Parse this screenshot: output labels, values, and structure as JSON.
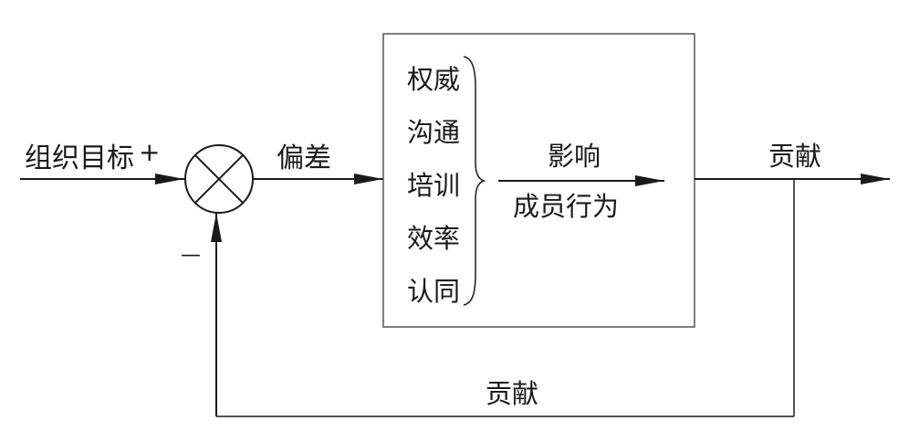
{
  "diagram": {
    "input_label": "组织目标",
    "plus_sign": "+",
    "minus_sign": "—",
    "error_label": "偏差",
    "controller_items": [
      "权威",
      "沟通",
      "培训",
      "效率",
      "认同"
    ],
    "influence_label": "影响",
    "behavior_label": "成员行为",
    "output_label": "贡献",
    "feedback_label": "贡献",
    "line_color": "#1a1a1a"
  }
}
